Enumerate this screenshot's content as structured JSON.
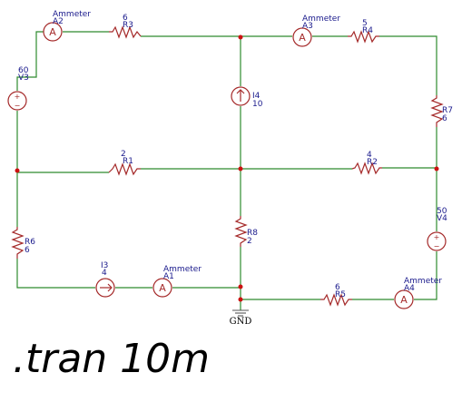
{
  "components": {
    "A2": {
      "type": "Ammeter",
      "name": "A2"
    },
    "R3": {
      "value": "6",
      "name": "R3"
    },
    "A3": {
      "type": "Ammeter",
      "name": "A3"
    },
    "R4": {
      "value": "5",
      "name": "R4"
    },
    "V3": {
      "value": "60",
      "name": "V3"
    },
    "I4": {
      "name": "I4",
      "value": "10"
    },
    "R7": {
      "name": "R7",
      "value": "6"
    },
    "R1": {
      "value": "2",
      "name": "R1"
    },
    "R2": {
      "value": "4",
      "name": "R2"
    },
    "V4": {
      "value": "50",
      "name": "V4"
    },
    "R6": {
      "name": "R6",
      "value": "6"
    },
    "R8": {
      "name": "R8",
      "value": "2"
    },
    "I3": {
      "name": "I3",
      "value": "4"
    },
    "A1": {
      "type": "Ammeter",
      "name": "A1"
    },
    "R5": {
      "value": "6",
      "name": "R5"
    },
    "A4": {
      "type": "Ammeter",
      "name": "A4"
    }
  },
  "ground_label": "GND",
  "meter_glyph": "A",
  "directive": ".tran 10m",
  "colors": {
    "wire": "#2e8b2e",
    "component": "#a52a2a",
    "label": "#1a1a8c",
    "node": "#cc1111"
  }
}
